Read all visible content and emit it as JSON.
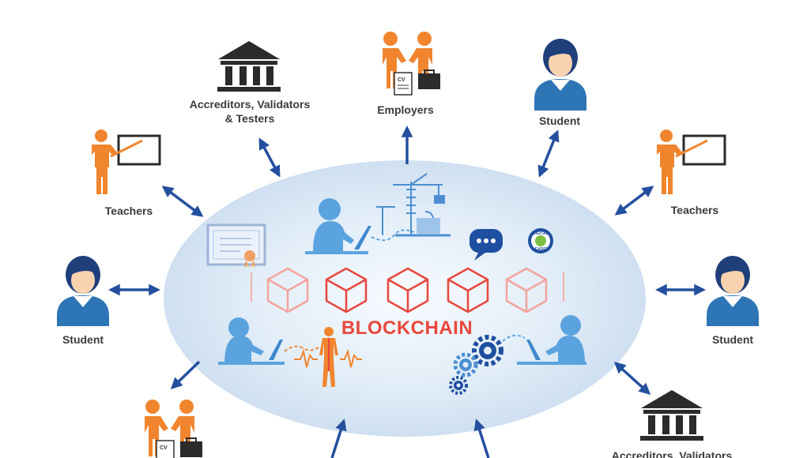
{
  "center": {
    "label": "BLOCKCHAIN"
  },
  "nodes": {
    "accreditors_top": {
      "line1": "Accreditors, Validators",
      "line2": "& Testers"
    },
    "employers_top": {
      "label": "Employers"
    },
    "student_top": {
      "label": "Student"
    },
    "teachers_left": {
      "label": "Teachers"
    },
    "teachers_right": {
      "label": "Teachers"
    },
    "student_left": {
      "label": "Student"
    },
    "student_right": {
      "label": "Student"
    },
    "accreditors_bottom": {
      "line1": "Accreditors, Validators"
    }
  },
  "icons": {
    "cv_label": "CV",
    "badge_top": "DIGITAL",
    "badge_bottom": "LEADER"
  },
  "colors": {
    "orange": "#f0852d",
    "navy": "#1f3f7a",
    "blue": "#2e75b6",
    "arrow": "#244f9e",
    "cube_red": "#e9473c",
    "cube_pink": "#f2a49c",
    "ellipse": "#dce9f5",
    "label": "#3b3b3b"
  }
}
